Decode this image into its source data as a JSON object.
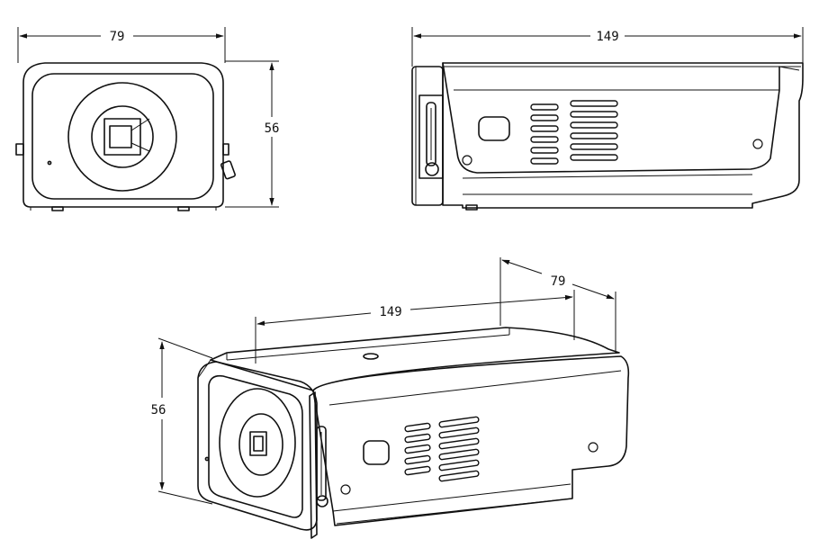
{
  "views": {
    "front": {
      "width_label": "79",
      "height_label": "56"
    },
    "side": {
      "length_label": "149"
    },
    "isometric": {
      "length_label": "149",
      "width_label": "79",
      "height_label": "56"
    }
  }
}
